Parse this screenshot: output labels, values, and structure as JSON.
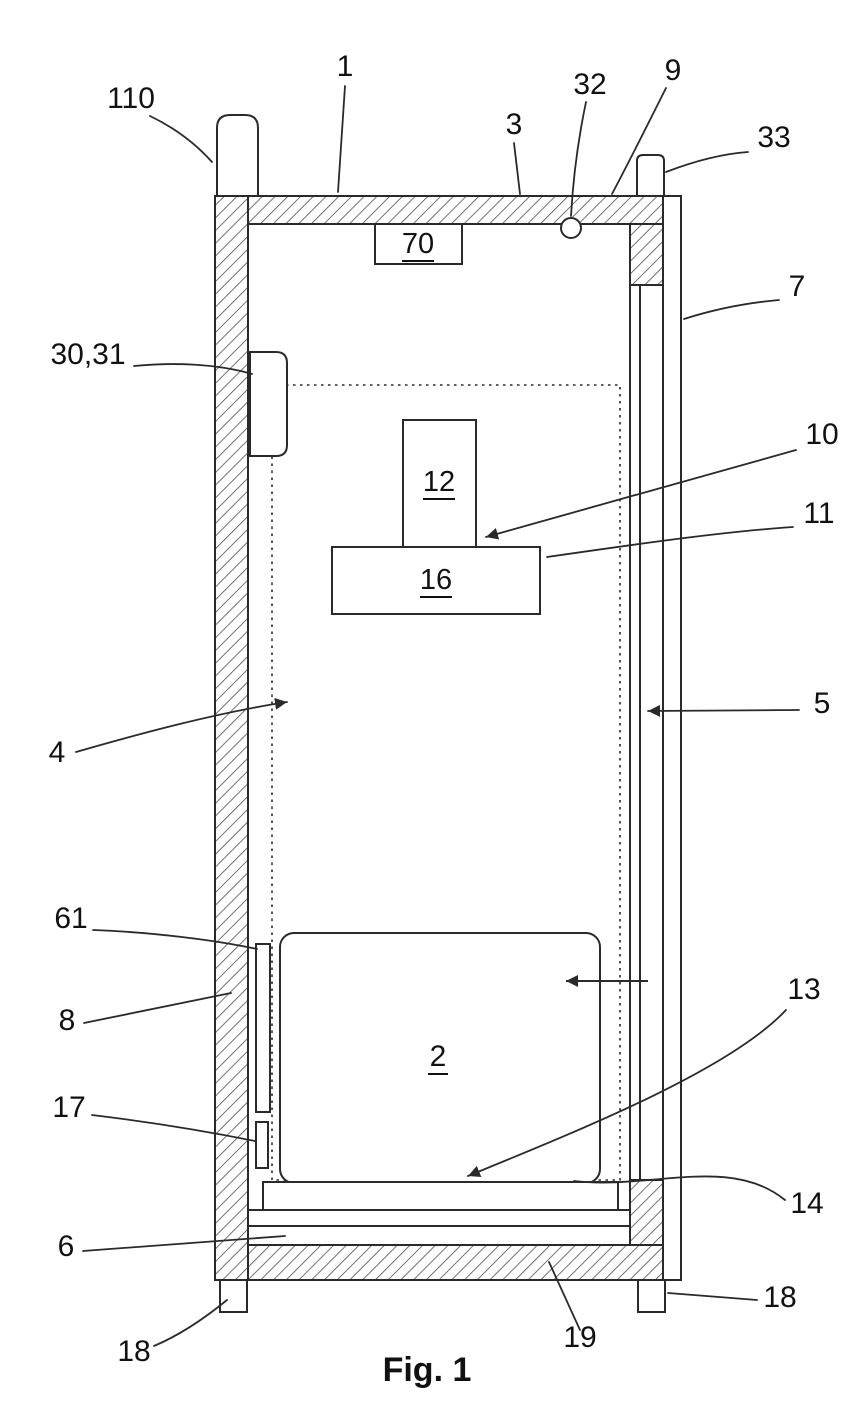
{
  "meta": {
    "background": "#ffffff",
    "line_color": "#2a2a2a",
    "text_color": "#111111"
  },
  "figure": {
    "caption": "Fig. 1",
    "parts": {
      "p110": "110",
      "p1": "1",
      "p3": "3",
      "p32": "32",
      "p9": "9",
      "p33": "33",
      "p7": "7",
      "p30_31": "30,31",
      "p10": "10",
      "p11": "11",
      "p4": "4",
      "p5": "5",
      "p61": "61",
      "p8": "8",
      "p13": "13",
      "p17": "17",
      "p14": "14",
      "p6": "6",
      "p18_left": "18",
      "p19": "19",
      "p18_right": "18",
      "p2": "2",
      "p70": "70",
      "p12": "12",
      "p16": "16"
    }
  }
}
